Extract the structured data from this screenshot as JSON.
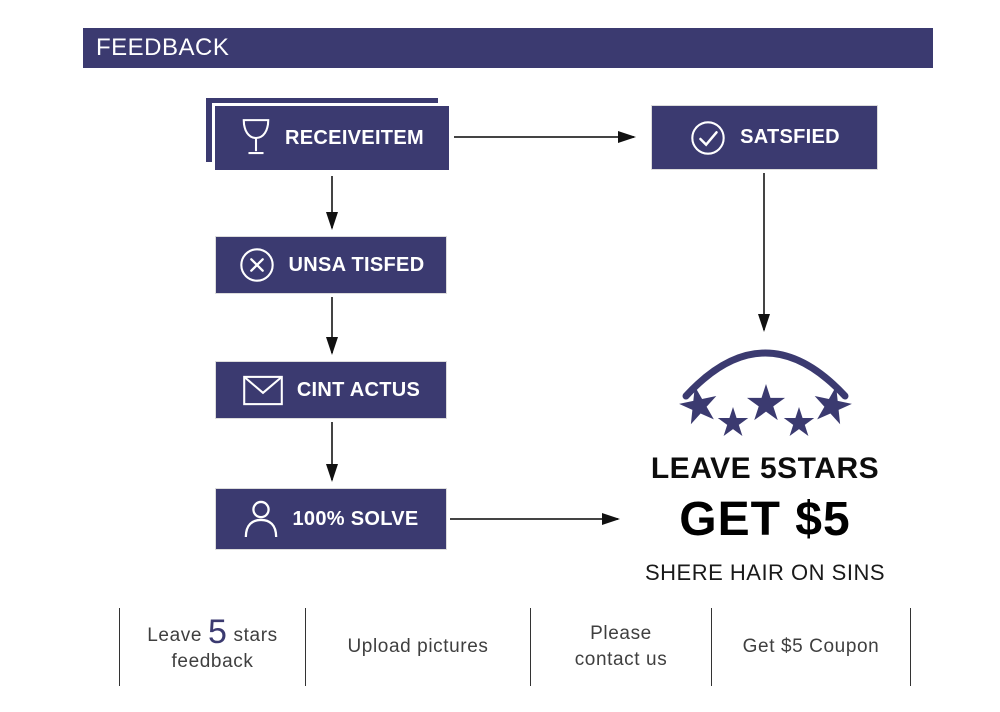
{
  "header": {
    "title": "FEEDBACK"
  },
  "flow": {
    "steps": [
      {
        "label": "RECEIVEITEM",
        "icon": "wine-glass-icon"
      },
      {
        "label": "UNSA TISFED",
        "icon": "cross-circle-icon"
      },
      {
        "label": "CINT ACTUS",
        "icon": "envelope-icon"
      },
      {
        "label": "100% SOLVE",
        "icon": "person-icon"
      },
      {
        "label": "SATSFIED",
        "icon": "check-circle-icon"
      }
    ]
  },
  "reward": {
    "stars": 5,
    "line1": "LEAVE 5STARS",
    "line2": "GET $5",
    "line3": "SHERE HAIR ON SINS"
  },
  "footer": {
    "items": [
      {
        "prefix": "Leave",
        "big": "5",
        "suffix": "stars",
        "line2": "feedback"
      },
      {
        "label": "Upload pictures"
      },
      {
        "line1": "Please",
        "line2": "contact us"
      },
      {
        "label": "Get $5 Coupon"
      }
    ]
  },
  "colors": {
    "navy": "#3b3a70",
    "arrow_shaft": "#444444",
    "arrow_head": "#111111",
    "footer_text": "#3f3f3f",
    "divider": "#333333"
  }
}
